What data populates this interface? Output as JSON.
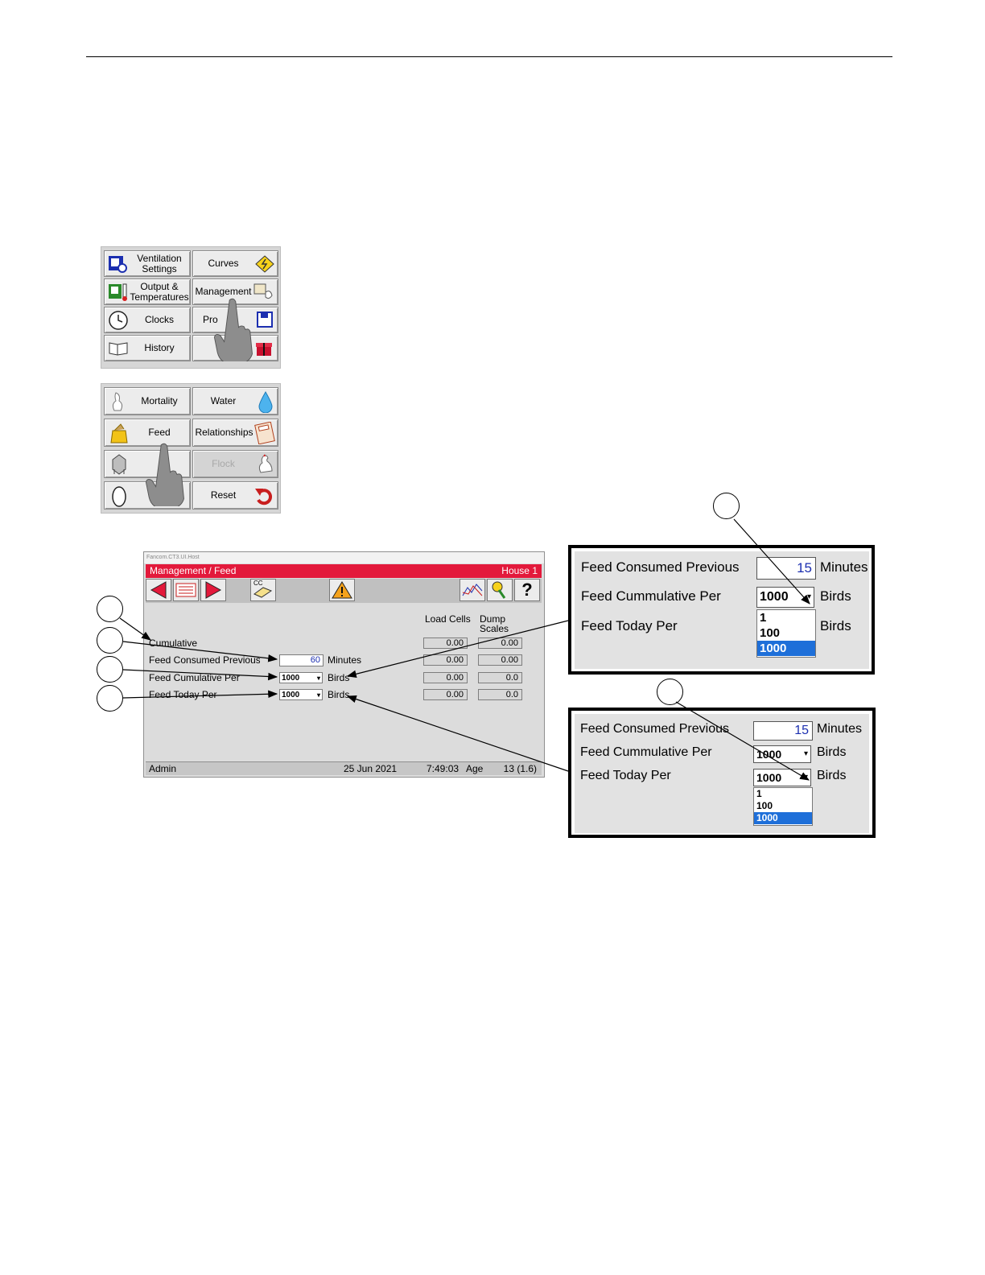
{
  "menu1": {
    "buttons": [
      {
        "label": "Ventilation\nSettings",
        "icon": "ventilation-icon"
      },
      {
        "label": "Curves",
        "icon": "curves-icon"
      },
      {
        "label": "Output &\nTemperatures",
        "icon": "output-temperatures-icon"
      },
      {
        "label": "Management",
        "icon": "management-icon"
      },
      {
        "label": "Clocks",
        "icon": "clock-icon"
      },
      {
        "label": "Pro",
        "icon": "floppy-disk-icon"
      },
      {
        "label": "History",
        "icon": "history-book-icon"
      },
      {
        "label": "",
        "icon": "gift-box-icon"
      }
    ]
  },
  "menu2": {
    "buttons": [
      {
        "label": "Mortality",
        "icon": "dead-bird-icon"
      },
      {
        "label": "Water",
        "icon": "water-drop-icon"
      },
      {
        "label": "Feed",
        "icon": "feed-bag-icon"
      },
      {
        "label": "Relationships",
        "icon": "calculator-icon"
      },
      {
        "label": "",
        "icon": "silo-icon"
      },
      {
        "label": "Flock",
        "icon": "rooster-icon"
      },
      {
        "label": "",
        "icon": "egg-icon"
      },
      {
        "label": "Reset",
        "icon": "reset-arrow-icon"
      }
    ]
  },
  "app": {
    "window_title": "Fancom.CT3.UI.Host",
    "header_title": "Management / Feed",
    "header_house": "House 1",
    "toolbar_cc": "CC",
    "col_load_cells": "Load Cells",
    "col_dump_scales_1": "Dump",
    "col_dump_scales_2": "Scales",
    "cumulative_label": "Cumulative",
    "rows": [
      {
        "label": "Feed Consumed Previous",
        "input": "60",
        "unit": "Minutes",
        "load": "0.00",
        "dump": "0.00"
      },
      {
        "label": "Feed Cumulative Per",
        "input": "1000",
        "unit": "Birds",
        "load": "0.00",
        "dump": "0.0"
      },
      {
        "label": "Feed Today Per",
        "input": "1000",
        "unit": "Birds",
        "load": "0.00",
        "dump": "0.0"
      }
    ],
    "top_row": {
      "load": "0.00",
      "dump": "0.00"
    },
    "status": {
      "user": "Admin",
      "date": "25 Jun 2021",
      "time": "7:49:03",
      "age_label": "Age",
      "age_value": "13 (1.6)"
    }
  },
  "zoom1": {
    "row1_label": "Feed Consumed Previous",
    "row1_value": "15",
    "row1_unit": "Minutes",
    "row2_label": "Feed Cummulative Per",
    "row2_value": "1000",
    "row2_unit": "Birds",
    "row3_label": "Feed Today Per",
    "row3_unit": "Birds",
    "options": [
      "1",
      "100",
      "1000"
    ]
  },
  "zoom2": {
    "row1_label": "Feed Consumed Previous",
    "row1_value": "15",
    "row1_unit": "Minutes",
    "row2_label": "Feed Cummulative Per",
    "row2_value": "1000",
    "row2_unit": "Birds",
    "row3_label": "Feed Today Per",
    "row3_value": "1000",
    "row3_unit": "Birds",
    "options": [
      "1",
      "100",
      "1000"
    ]
  },
  "colors": {
    "header_red": "#e3193b",
    "selected_blue": "#1e6fd9",
    "panel_grey": "#dcdcdc"
  }
}
